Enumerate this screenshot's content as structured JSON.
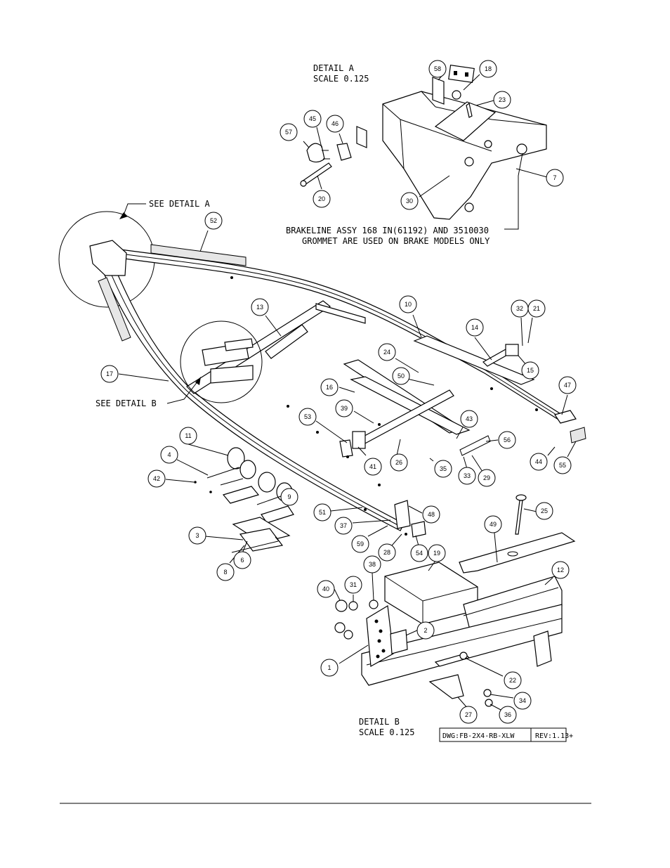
{
  "detail_a": {
    "line1": "DETAIL  A",
    "line2": "SCALE  0.125"
  },
  "detail_b": {
    "line1": "DETAIL  B",
    "line2": "SCALE  0.125"
  },
  "see_detail_a": "SEE DETAIL  A",
  "see_detail_b": "SEE DETAIL  B",
  "note": {
    "line1": "BRAKELINE ASSY 168 IN(61192) AND 3510030",
    "line2": "GROMMET ARE USED ON BRAKE MODELS ONLY"
  },
  "title_block": {
    "dwg": "DWG:FB-2X4-RB-XLW",
    "rev": "REV:1.13+"
  },
  "callouts": [
    "58",
    "18",
    "23",
    "45",
    "46",
    "57",
    "7",
    "20",
    "30",
    "52",
    "13",
    "10",
    "32",
    "21",
    "14",
    "15",
    "47",
    "17",
    "24",
    "50",
    "16",
    "39",
    "53",
    "43",
    "56",
    "41",
    "26",
    "35",
    "33",
    "29",
    "44",
    "55",
    "11",
    "4",
    "42",
    "9",
    "51",
    "48",
    "37",
    "59",
    "28",
    "54",
    "19",
    "49",
    "25",
    "12",
    "3",
    "6",
    "8",
    "40",
    "31",
    "38",
    "2",
    "1",
    "22",
    "34",
    "27",
    "36"
  ]
}
